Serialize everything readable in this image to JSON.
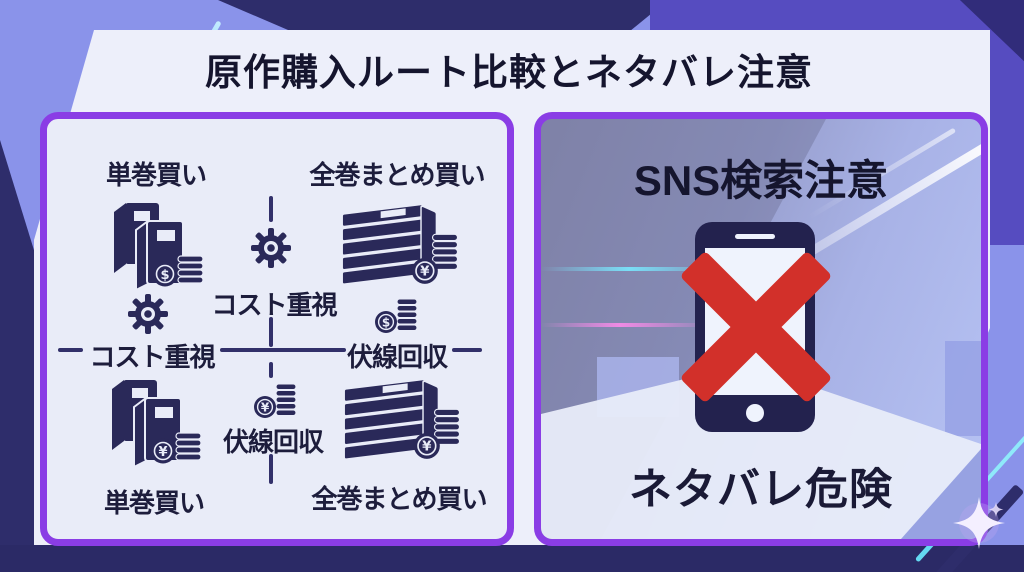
{
  "title": "原作購入ルート比較とネタバレ注意",
  "left_panel": {
    "quadrants": {
      "top_left": {
        "label": "単巻買い",
        "coin": "$"
      },
      "top_right": {
        "label": "全巻まとめ買い",
        "coin": "¥"
      },
      "bottom_left": {
        "label": "単巻買い",
        "coin": "¥"
      },
      "bottom_right": {
        "label": "全巻まとめ買い",
        "coin": "¥"
      }
    },
    "axes": {
      "top": {
        "label": "コスト重視"
      },
      "left": {
        "label": "コスト重視"
      },
      "right": {
        "label": "伏線回収",
        "coin": "$"
      },
      "bottom": {
        "label": "伏線回収",
        "coin": "¥"
      }
    }
  },
  "right_panel": {
    "heading": "SNS検索注意",
    "warning": "ネタバレ危険"
  },
  "icons": {
    "quadrant_top_left": "book-pair-icon",
    "quadrant_top_right": "book-stack-icon",
    "quadrant_bottom_left": "book-pair-icon",
    "quadrant_bottom_right": "book-stack-icon",
    "axis_top": "gear-icon",
    "axis_left": "gear-icon",
    "axis_right": "coins-icon",
    "axis_bottom": "coins-icon",
    "right_panel_main": "smartphone-icon",
    "right_panel_overlay": "red-cross-icon",
    "decoration": "sparkle-icon"
  },
  "colors": {
    "background": "#8a93ea",
    "card": "#edeffa",
    "panel_border": "#8a3de5",
    "left_panel_bg": "#e9ecf8",
    "icon_navy": "#2a2959",
    "text_dark": "#15152e",
    "cross_red": "#d2302a",
    "bg_navy": "#2e2d6b",
    "bg_purple": "#564cc0"
  }
}
